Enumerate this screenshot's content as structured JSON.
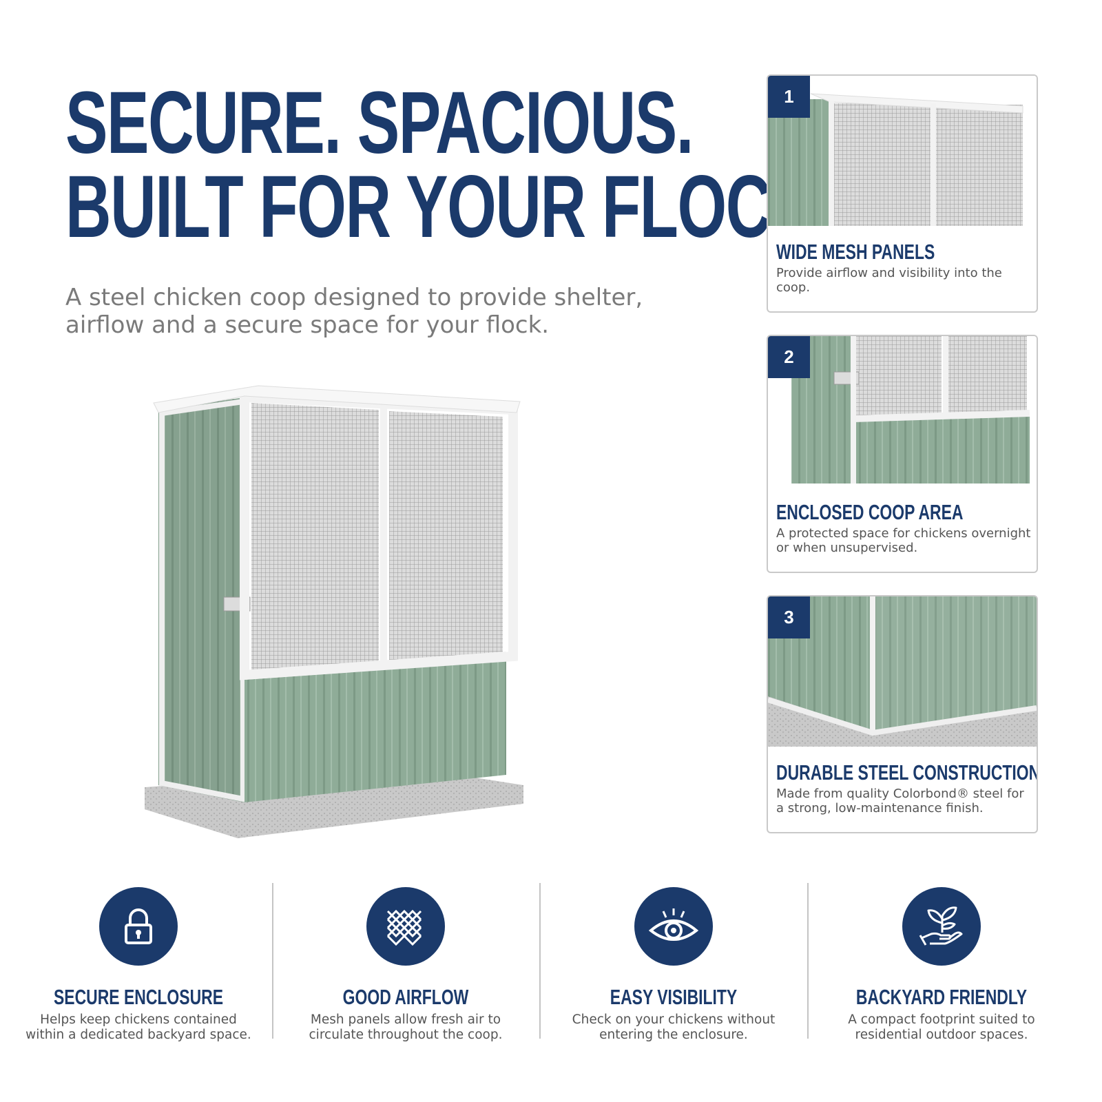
{
  "headline": {
    "line1": "SECURE. SPACIOUS.",
    "line2": "BUILT FOR YOUR FLOCK."
  },
  "subtitle": "A steel chicken coop designed to provide shelter, airflow and a secure space for your flock.",
  "colors": {
    "navy": "#1b3a6b",
    "steel_green": "#8fac98",
    "frame_white": "#f2f2f2",
    "concrete": "#c8c8c8"
  },
  "features": [
    {
      "number": "1",
      "title": "WIDE MESH PANELS",
      "description": "Provide airflow and visibility into the coop."
    },
    {
      "number": "2",
      "title": "ENCLOSED COOP AREA",
      "description": "A protected space for chickens overnight or when unsupervised."
    },
    {
      "number": "3",
      "title": "DURABLE STEEL CONSTRUCTION",
      "description": "Made from quality Colorbond® steel for a strong, low-maintenance finish."
    }
  ],
  "benefits": [
    {
      "icon": "padlock-icon",
      "title": "SECURE ENCLOSURE",
      "description": "Helps keep chickens contained within a dedicated backyard space."
    },
    {
      "icon": "mesh-icon",
      "title": "GOOD AIRFLOW",
      "description": "Mesh panels allow fresh air to circulate throughout the coop."
    },
    {
      "icon": "eye-icon",
      "title": "EASY VISIBILITY",
      "description": "Check on your chickens without entering the enclosure."
    },
    {
      "icon": "hand-plant-icon",
      "title": "BACKYARD FRIENDLY",
      "description": "A compact footprint suited to residential outdoor spaces."
    }
  ]
}
